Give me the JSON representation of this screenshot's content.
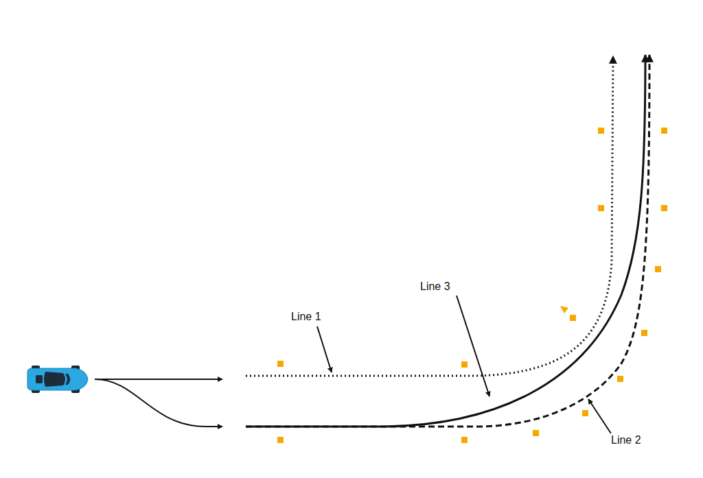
{
  "diagram": {
    "labels": [
      "Line 3",
      "Line 1",
      "Line 2"
    ]
  }
}
